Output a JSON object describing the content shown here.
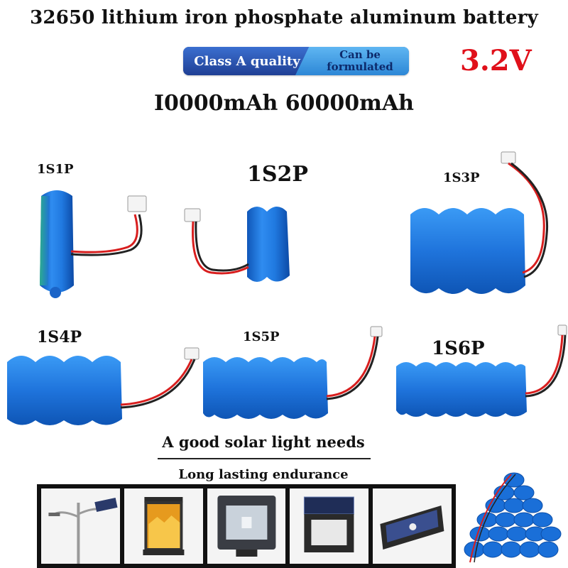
{
  "header": {
    "title": "32650 lithium iron phosphate aluminum battery",
    "badge_left": "Class A quality",
    "badge_right_line1": "Can be",
    "badge_right_line2": "formulated",
    "voltage": "3.2V",
    "capacity": "I0000mAh 60000mAh"
  },
  "configurations": [
    {
      "label": "1S1P"
    },
    {
      "label": "1S2P"
    },
    {
      "label": "1S3P"
    },
    {
      "label": "1S4P"
    },
    {
      "label": "1S5P"
    },
    {
      "label": "1S6P"
    }
  ],
  "footer": {
    "tagline": "A good solar light needs",
    "subtagline": "Long lasting endurance",
    "applications": [
      "street-light-icon",
      "solar-lantern-icon",
      "flood-light-icon",
      "solar-wall-light-icon",
      "solar-sensor-light-icon"
    ]
  },
  "colors": {
    "voltage": "#e0101a",
    "battery_blue": "#1e6fd6",
    "wire_red": "#d81e1e",
    "wire_black": "#222222"
  }
}
